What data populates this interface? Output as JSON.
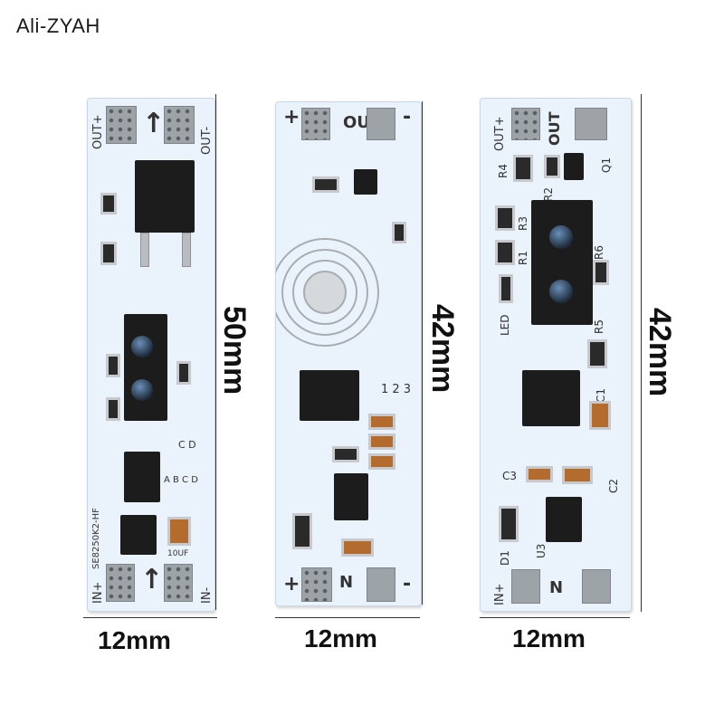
{
  "brand": "Ali-ZYAH",
  "boards": [
    {
      "labels": {
        "out_plus": "OUT+",
        "out_minus": "OUT-",
        "in_plus": "IN+",
        "in_minus": "IN-",
        "abcd_top": "C D",
        "abcd_bottom": "A B C D",
        "chip_label": "SE8250K2-HF",
        "cap_label": "10UF"
      },
      "width_label": "12mm",
      "height_label": "50mm"
    },
    {
      "labels": {
        "plus_top": "+",
        "out": "OUT",
        "minus_top": "-",
        "plus_bottom": "+",
        "n": "N",
        "minus_bottom": "-",
        "pins": "1 2 3"
      },
      "width_label": "12mm",
      "height_label": "42mm"
    },
    {
      "labels": {
        "out_plus": "OUT+",
        "out": "OUT",
        "q1": "Q1",
        "r4": "R4",
        "r2": "R2",
        "r3": "R3",
        "r1": "R1",
        "r6": "R6",
        "r5": "R5",
        "led": "LED",
        "c1": "C1",
        "c3": "C3",
        "c2": "C2",
        "d1": "D1",
        "u3": "U3",
        "in_plus": "IN+",
        "n": "N"
      },
      "width_label": "12mm",
      "height_label": "42mm"
    }
  ]
}
